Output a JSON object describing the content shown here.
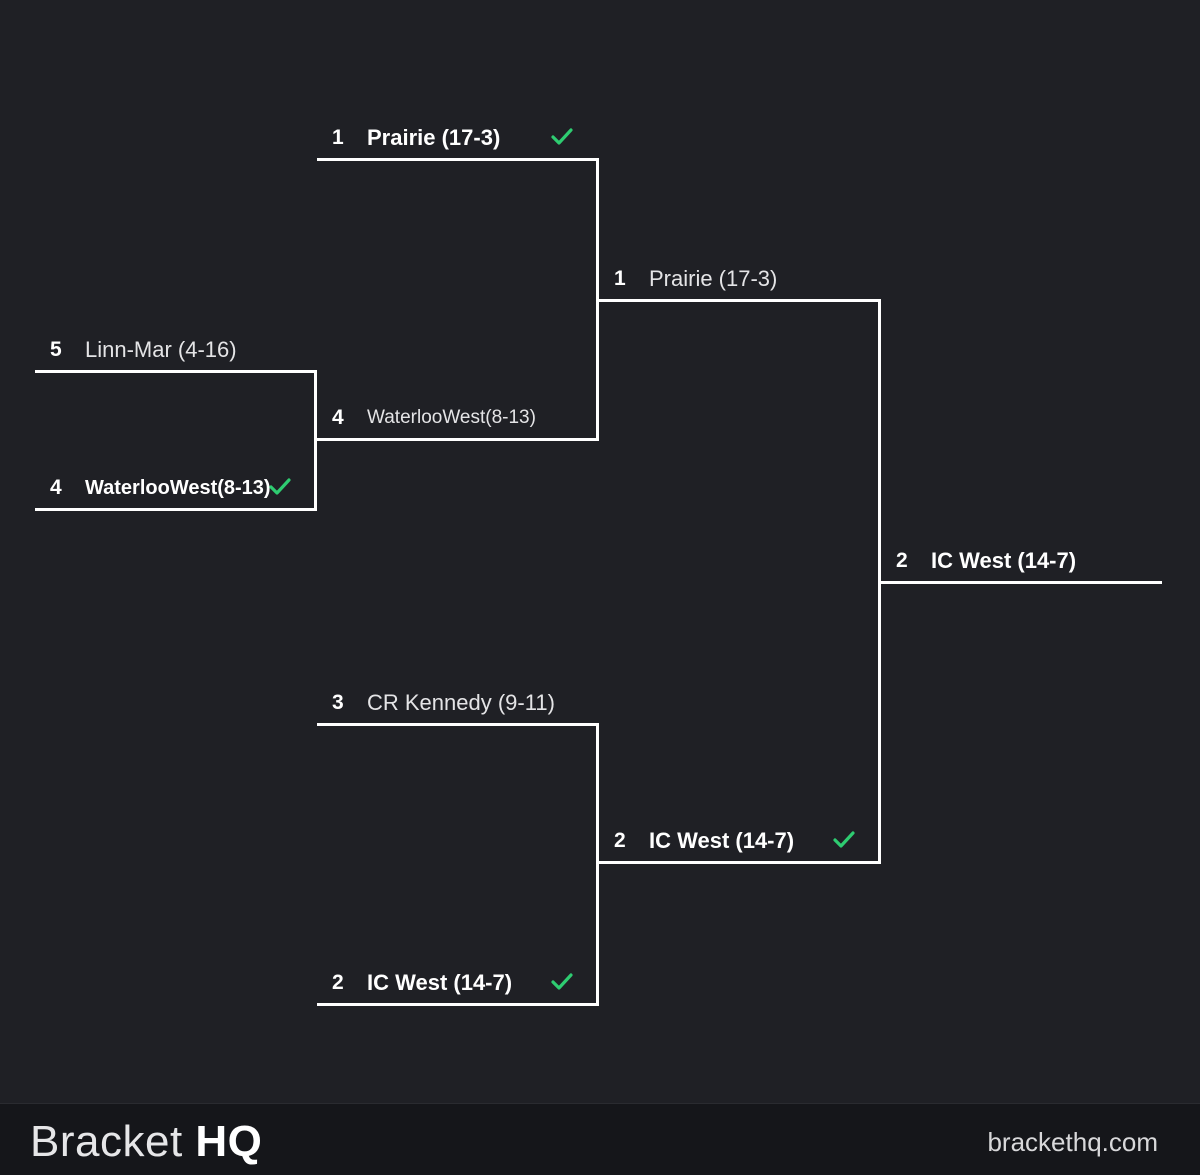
{
  "bracket": {
    "round1": [
      {
        "seed": "5",
        "team": "Linn-Mar (4-16)",
        "winner": false
      },
      {
        "seed": "4",
        "team": "WaterlooWest(8-13)",
        "winner": true
      }
    ],
    "round2": [
      {
        "seed": "1",
        "team": "Prairie (17-3)",
        "winner": true
      },
      {
        "seed": "4",
        "team": "WaterlooWest(8-13)",
        "winner": false
      },
      {
        "seed": "3",
        "team": "CR Kennedy (9-11)",
        "winner": false
      },
      {
        "seed": "2",
        "team": "IC West (14-7)",
        "winner": true
      }
    ],
    "round3": [
      {
        "seed": "1",
        "team": "Prairie (17-3)",
        "winner": false
      },
      {
        "seed": "2",
        "team": "IC West (14-7)",
        "winner": true
      }
    ],
    "champion": {
      "seed": "2",
      "team": "IC West (14-7)",
      "winner": true
    }
  },
  "colors": {
    "background": "#1f2025",
    "line": "#ffffff",
    "check": "#2ecc71",
    "footer": "#15161a"
  },
  "icons": {
    "winner": "check-icon"
  },
  "footer": {
    "logo_light": "Bracket",
    "logo_bold": "HQ",
    "site": "brackethq.com"
  }
}
